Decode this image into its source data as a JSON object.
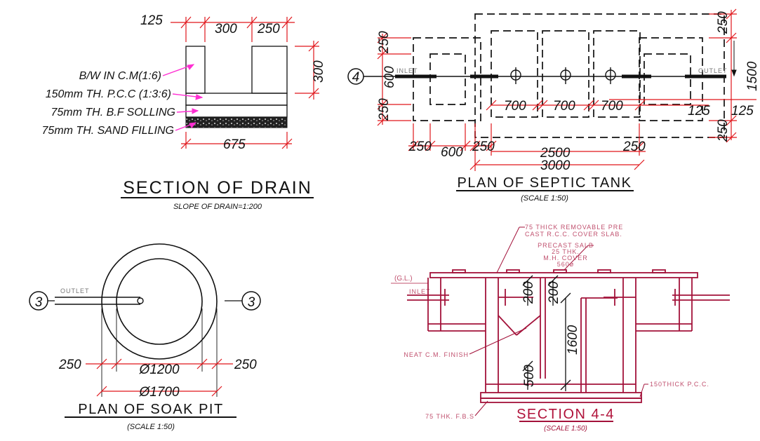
{
  "colors": {
    "ink": "#111111",
    "dim_red": "#e0161b",
    "leader_magenta": "#ff2fd2",
    "section_crimson": "#a3123a",
    "label_pink": "#c0506e",
    "grey": "#777777"
  },
  "drain": {
    "title": "SECTION  OF  DRAIN",
    "subtitle": "SLOPE OF DRAIN=1:200",
    "dim_left": "125",
    "dim_top_mid": "300",
    "dim_top_right": "250",
    "dim_height": "300",
    "dim_bottom": "675",
    "labels": [
      "B/W IN C.M(1:6)",
      "150mm TH. P.C.C (1:3:6)",
      "75mm TH. B.F SOLLING",
      "75mm TH. SAND FILLING"
    ]
  },
  "septic": {
    "title": "PLAN  OF  SEPTIC  TANK",
    "scale": "(SCALE 1:50)",
    "section_marker": "4",
    "inlet": "INLET",
    "outlet": "OUTLET",
    "dims": {
      "left_250_top": "250",
      "left_600": "600",
      "left_250_bottom": "250",
      "chamber_1": "700",
      "chamber_2": "700",
      "chamber_3": "700",
      "mid_125": "125",
      "right_125": "125",
      "right_250_top": "250",
      "right_1500": "1500",
      "right_250_bottom": "250",
      "bottom_250_a": "250",
      "bottom_600": "600",
      "bottom_250_b": "250",
      "bottom_2500": "2500",
      "bottom_250_c": "250",
      "bottom_3000": "3000"
    }
  },
  "soak_pit": {
    "title": "PLAN  OF  SOAK  PIT",
    "scale": "(SCALE 1:50)",
    "section_marker": "3",
    "outlet": "OUTLET",
    "dim_left": "250",
    "dim_inner": "Ø1200",
    "dim_right": "250",
    "dim_outer": "Ø1700"
  },
  "section44": {
    "title": "SECTION  4-4",
    "scale": "(SCALE 1:50)",
    "gl": "(G.L.)",
    "inlet": "INLET",
    "label_cover_1": "75 THICK REMOVABLE PRE",
    "label_cover_2": "CAST R.C.C. COVER SLAB.",
    "label_mh_1": "PRECAST SALB",
    "label_mh_2": "25 THK.",
    "label_mh_3": "M.H. COVER",
    "label_mh_4": "560ø",
    "label_finish": "NEAT C.M. FINISH",
    "label_pcc": "150THICK P.C.C.",
    "label_fbs": "75 THK. F.B.S",
    "dim_200_a": "200",
    "dim_200_b": "200",
    "dim_1600": "1600",
    "dim_500": "500"
  }
}
